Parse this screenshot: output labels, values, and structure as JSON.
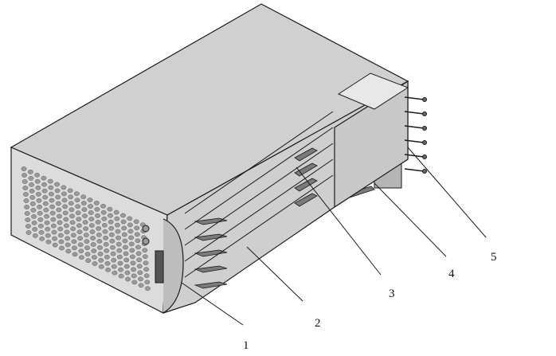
{
  "figure": {
    "description_free": true,
    "callouts": [
      {
        "id": "1",
        "label": "1"
      },
      {
        "id": "2",
        "label": "2"
      },
      {
        "id": "3",
        "label": "3"
      },
      {
        "id": "4",
        "label": "4"
      },
      {
        "id": "5",
        "label": "5"
      }
    ]
  },
  "colors": {
    "top_face": "#d0d0d0",
    "side_face": "#dcdcdc",
    "front_face": "#cfcfcf",
    "line": "#1a1a1a",
    "vent": "#9a9a9a"
  }
}
